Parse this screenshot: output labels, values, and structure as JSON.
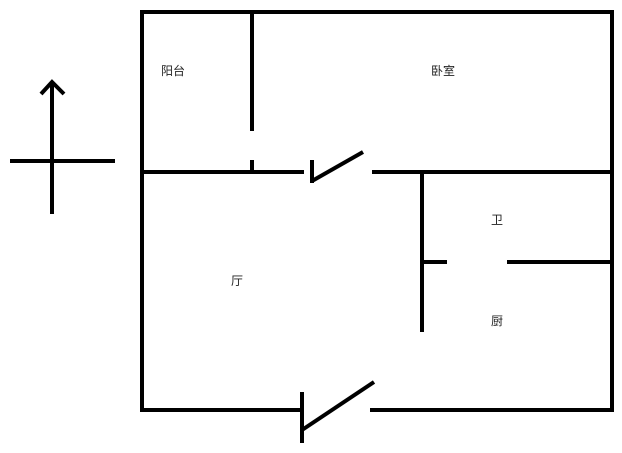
{
  "floorplan": {
    "rooms": {
      "balcony": "阳台",
      "bedroom": "卧室",
      "bathroom": "卫",
      "living": "厅",
      "kitchen": "厨"
    },
    "icons": {
      "compass": "north-arrow-icon",
      "door": "door-swing-icon"
    },
    "colors": {
      "wall": "#000000",
      "background": "#ffffff"
    }
  }
}
